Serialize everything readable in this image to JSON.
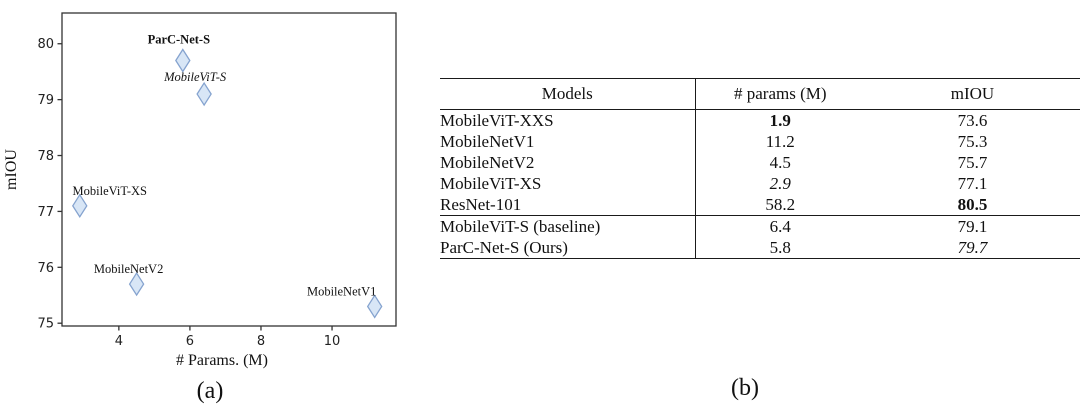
{
  "captions": {
    "a": "(a)",
    "b": "(b)"
  },
  "colors": {
    "marker_fill": "#d8e6f6",
    "marker_stroke": "#85a3cf",
    "axis": "#333333",
    "text": "#111111",
    "rule": "#1a1a1a"
  },
  "chart_data": {
    "type": "scatter",
    "title": "",
    "xlabel": "# Params. (M)",
    "ylabel": "mIOU",
    "xlim": [
      2.4,
      11.8
    ],
    "ylim": [
      74.95,
      80.55
    ],
    "xticks": [
      4,
      6,
      8,
      10
    ],
    "yticks": [
      75,
      76,
      77,
      78,
      79,
      80
    ],
    "grid": false,
    "legend": "none",
    "marker": "thin-diamond",
    "points": [
      {
        "name": "ParC-Net-S",
        "x": 5.8,
        "y": 79.7,
        "label_style": "bold",
        "label_dx": -4,
        "label_dy": -17
      },
      {
        "name": "MobileViT-S",
        "x": 6.4,
        "y": 79.1,
        "label_style": "italic",
        "label_dx": -9,
        "label_dy": -13
      },
      {
        "name": "MobileViT-XS",
        "x": 2.9,
        "y": 77.1,
        "label_style": "normal",
        "label_dx": 30,
        "label_dy": -11
      },
      {
        "name": "MobileNetV2",
        "x": 4.5,
        "y": 75.7,
        "label_style": "normal",
        "label_dx": -8,
        "label_dy": -11
      },
      {
        "name": "MobileNetV1",
        "x": 11.2,
        "y": 75.3,
        "label_style": "normal",
        "label_dx": -33,
        "label_dy": -11
      }
    ]
  },
  "table": {
    "headers": [
      "Models",
      "# params (M)",
      "mIOU"
    ],
    "rows": [
      {
        "model": "MobileViT-XXS",
        "params": "1.9",
        "params_style": "bold",
        "miou": "73.6",
        "miou_style": "normal"
      },
      {
        "model": "MobileNetV1",
        "params": "11.2",
        "params_style": "normal",
        "miou": "75.3",
        "miou_style": "normal"
      },
      {
        "model": "MobileNetV2",
        "params": "4.5",
        "params_style": "normal",
        "miou": "75.7",
        "miou_style": "normal"
      },
      {
        "model": "MobileViT-XS",
        "params": "2.9",
        "params_style": "italic",
        "miou": "77.1",
        "miou_style": "normal"
      },
      {
        "model": "ResNet-101",
        "params": "58.2",
        "params_style": "normal",
        "miou": "80.5",
        "miou_style": "bold",
        "rule_after": true
      },
      {
        "model": "MobileViT-S (baseline)",
        "params": "6.4",
        "params_style": "normal",
        "miou": "79.1",
        "miou_style": "normal"
      },
      {
        "model": "ParC-Net-S (Ours)",
        "params": "5.8",
        "params_style": "normal",
        "miou": "79.7",
        "miou_style": "italic"
      }
    ]
  }
}
